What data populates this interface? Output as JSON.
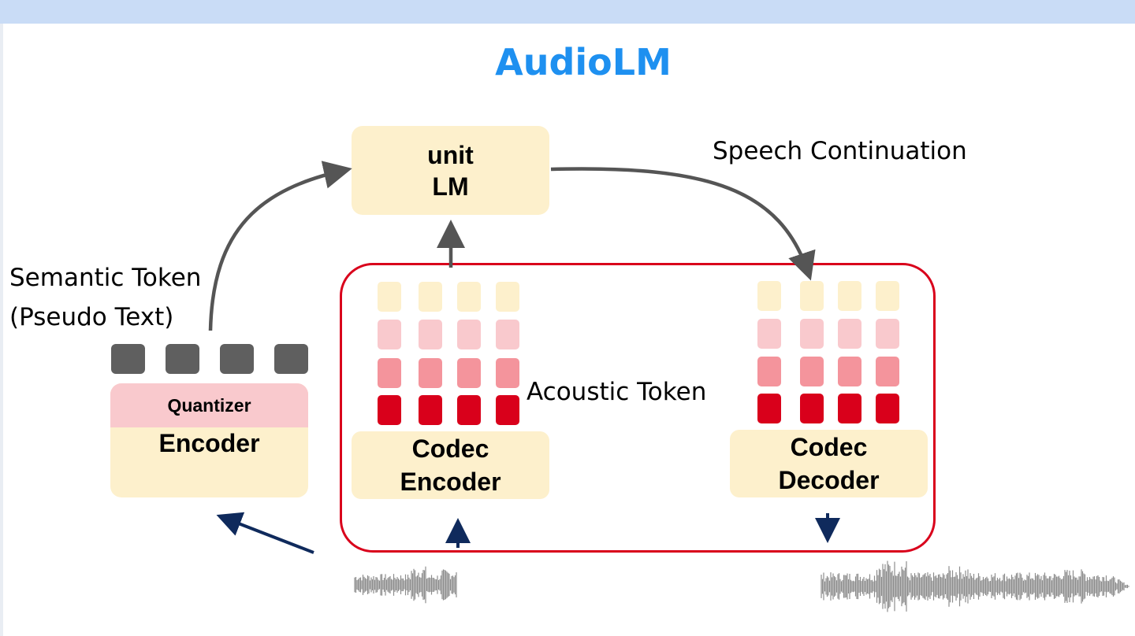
{
  "title": "AudioLM",
  "unit_lm": {
    "line1": "unit",
    "line2": "LM"
  },
  "encoder": {
    "quantizer_label": "Quantizer",
    "label": "Encoder"
  },
  "codec_encoder": {
    "line1": "Codec",
    "line2": "Encoder"
  },
  "codec_decoder": {
    "line1": "Codec",
    "line2": "Decoder"
  },
  "labels": {
    "speech_continuation": "Speech Continuation",
    "semantic_token_line1": "Semantic Token",
    "semantic_token_line2": "(Pseudo Text)",
    "acoustic_token": "Acoustic Token"
  },
  "colors": {
    "title": "#1e90f0",
    "box_fill": "#fdf0cc",
    "quantizer_fill": "#f9c9cd",
    "red_outline": "#d9001b",
    "semantic_token": "#5f5f5f",
    "token_rows": [
      "#fdf0cc",
      "#f9c9cd",
      "#f4949c",
      "#d9001b"
    ],
    "arrow_gray": "#555555",
    "arrow_navy": "#0f2a5c",
    "waveform": "#7a7a7a"
  }
}
